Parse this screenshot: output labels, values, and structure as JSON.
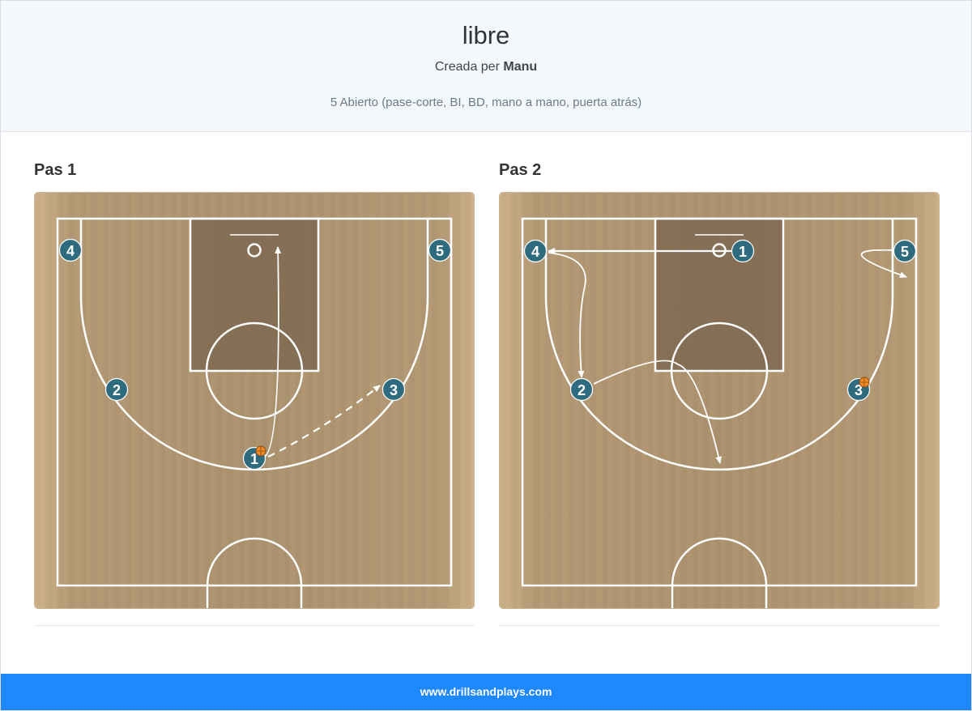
{
  "header": {
    "title": "libre",
    "created_by_label": "Creada per",
    "author": "Manu",
    "description": "5 Abierto (pase-corte, BI, BD, mano a mano, puerta atrás)"
  },
  "steps": [
    {
      "title": "Pas 1",
      "players": [
        {
          "num": "1",
          "ball": true
        },
        {
          "num": "2",
          "ball": false
        },
        {
          "num": "3",
          "ball": false
        },
        {
          "num": "4",
          "ball": false
        },
        {
          "num": "5",
          "ball": false
        }
      ]
    },
    {
      "title": "Pas 2",
      "players": [
        {
          "num": "1",
          "ball": false
        },
        {
          "num": "2",
          "ball": false
        },
        {
          "num": "3",
          "ball": true
        },
        {
          "num": "4",
          "ball": false
        },
        {
          "num": "5",
          "ball": false
        }
      ]
    }
  ],
  "colors": {
    "player_fill": "#2e6b7e",
    "court_wood": "#b89c77",
    "paint": "#7e6951",
    "footer": "#1e88ff"
  },
  "footer": {
    "link": "www.drillsandplays.com"
  }
}
